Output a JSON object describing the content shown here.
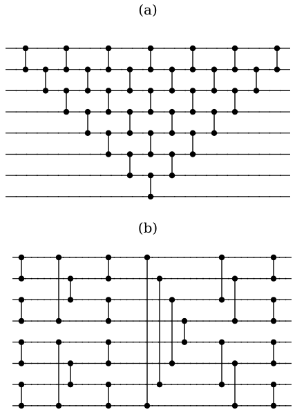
{
  "figure": {
    "panels": [
      {
        "label": "(a)",
        "wire_count": 8,
        "gates": [
          [
            [
              0,
              1
            ]
          ],
          [
            [
              1,
              2
            ]
          ],
          [
            [
              0,
              1
            ],
            [
              2,
              3
            ]
          ],
          [
            [
              1,
              2
            ],
            [
              3,
              4
            ]
          ],
          [
            [
              0,
              1
            ],
            [
              2,
              3
            ],
            [
              4,
              5
            ]
          ],
          [
            [
              1,
              2
            ],
            [
              3,
              4
            ],
            [
              5,
              6
            ]
          ],
          [
            [
              0,
              1
            ],
            [
              2,
              3
            ],
            [
              4,
              5
            ],
            [
              6,
              7
            ]
          ],
          [
            [
              1,
              2
            ],
            [
              3,
              4
            ],
            [
              5,
              6
            ]
          ],
          [
            [
              0,
              1
            ],
            [
              2,
              3
            ],
            [
              4,
              5
            ]
          ],
          [
            [
              1,
              2
            ],
            [
              3,
              4
            ]
          ],
          [
            [
              0,
              1
            ],
            [
              2,
              3
            ]
          ],
          [
            [
              1,
              2
            ]
          ],
          [
            [
              0,
              1
            ]
          ]
        ]
      },
      {
        "label": "(b)",
        "wire_count": 8,
        "gates": [
          [
            [
              0,
              1
            ],
            [
              2,
              3
            ],
            [
              4,
              5
            ],
            [
              6,
              7
            ]
          ],
          [
            [
              0,
              3
            ],
            [
              4,
              7
            ]
          ],
          [
            [
              1,
              2
            ],
            [
              5,
              6
            ]
          ],
          [
            [
              0,
              1
            ],
            [
              2,
              3
            ],
            [
              4,
              5
            ],
            [
              6,
              7
            ]
          ],
          [
            [
              0,
              7
            ]
          ],
          [
            [
              1,
              6
            ]
          ],
          [
            [
              2,
              5
            ]
          ],
          [
            [
              3,
              4
            ]
          ],
          [
            [
              0,
              2
            ],
            [
              4,
              6
            ]
          ],
          [
            [
              1,
              3
            ],
            [
              5,
              7
            ]
          ],
          [
            [
              0,
              1
            ],
            [
              2,
              3
            ],
            [
              4,
              5
            ],
            [
              6,
              7
            ]
          ]
        ]
      }
    ]
  }
}
